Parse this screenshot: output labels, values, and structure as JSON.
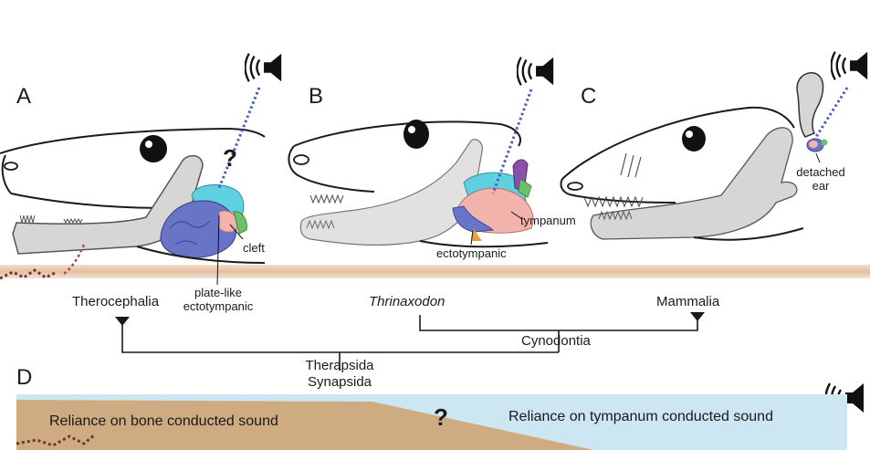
{
  "panels": {
    "a": "A",
    "b": "B",
    "c": "C",
    "d": "D"
  },
  "labels": {
    "cleft": "cleft",
    "plate_like_ectotympanic": [
      "plate-like",
      "ectotympanic"
    ],
    "tympanum": "tympanum",
    "ectotympanic": "ectotympanic",
    "detached_ear": [
      "detached",
      "ear"
    ],
    "question_mark": "?"
  },
  "taxa": {
    "therocephalia": "Therocephalia",
    "thrinaxodon": "Thrinaxodon",
    "mammalia": "Mammalia",
    "cynodontia": "Cynodontia",
    "therapsida": "Therapsida",
    "synapsida": "Synapsida"
  },
  "band": {
    "left_text": "Reliance on bone conducted sound",
    "right_text": "Reliance on tympanum conducted sound",
    "question_mark": "?"
  },
  "icons": [
    "speaker-icon"
  ],
  "colors": {
    "sound_path": "#4a5fb0",
    "ground": "#e6c3a8",
    "bone_band": "#cfab82",
    "tympanum_band": "#cce6f2",
    "skull_bone": "#d7d6d4",
    "ectotympanic": "#6a74c6",
    "tympanum": "#f3b3ad",
    "cyan_bone": "#5fd0e0",
    "green_bone": "#6cc06a"
  }
}
